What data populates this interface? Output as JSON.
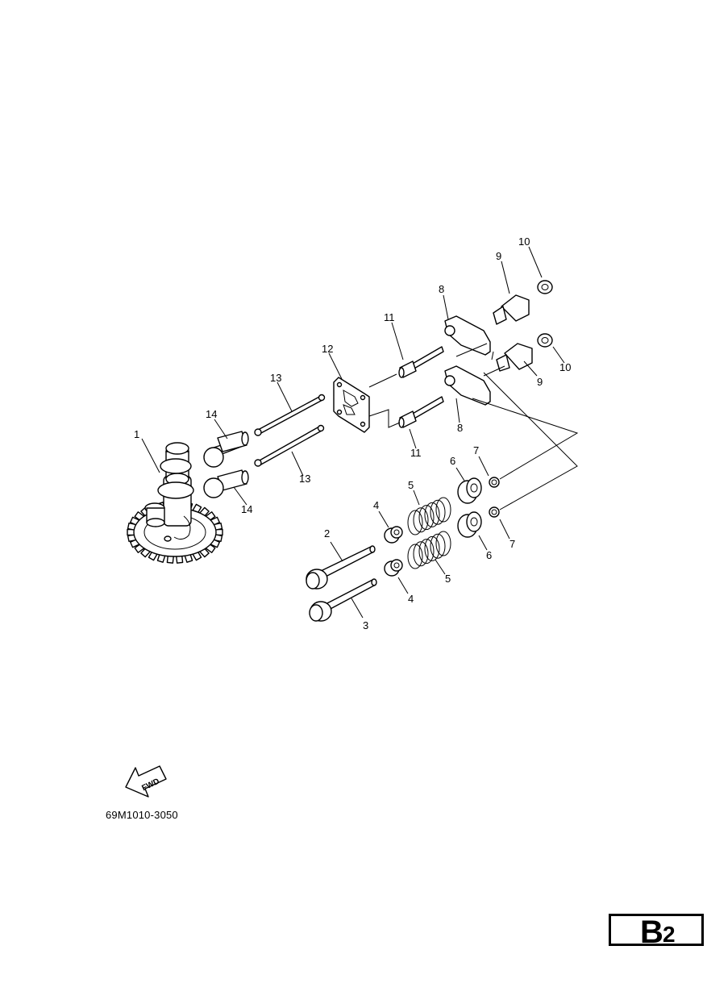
{
  "diagram": {
    "callouts": {
      "c1": "1",
      "c2": "2",
      "c3": "3",
      "c4a": "4",
      "c4b": "4",
      "c5a": "5",
      "c5b": "5",
      "c6a": "6",
      "c6b": "6",
      "c7a": "7",
      "c7b": "7",
      "c8a": "8",
      "c8b": "8",
      "c9a": "9",
      "c9b": "9",
      "c10a": "10",
      "c10b": "10",
      "c11a": "11",
      "c11b": "11",
      "c12": "12",
      "c13a": "13",
      "c13b": "13",
      "c14a": "14",
      "c14b": "14"
    },
    "fwd_label": "FWD",
    "figure_code": "69M1010-3050"
  },
  "page_tag": {
    "letter": "B",
    "number": "2"
  }
}
